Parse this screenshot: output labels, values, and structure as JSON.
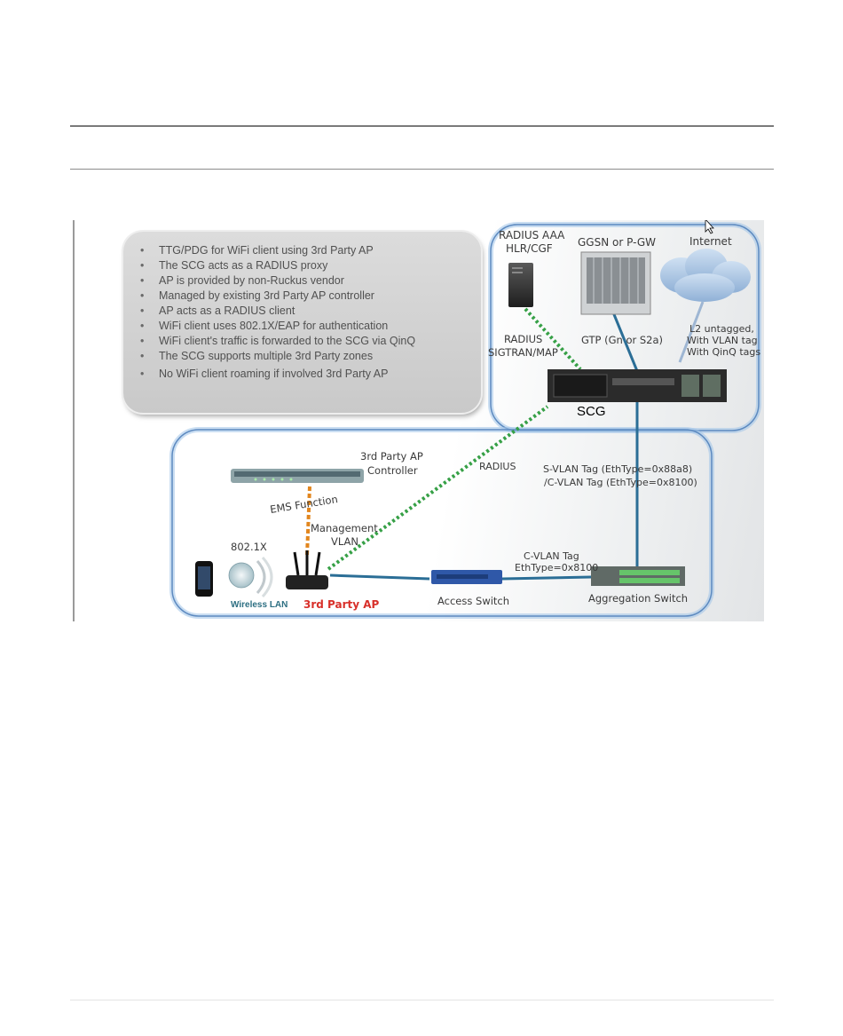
{
  "bullets": [
    "TTG/PDG for WiFi client using 3rd Party AP",
    "The SCG acts as a RADIUS proxy",
    "AP is provided by non-Ruckus vendor",
    "Managed by existing 3rd Party AP controller",
    "AP acts as a RADIUS client",
    "WiFi client uses 802.1X/EAP for authentication",
    "WiFi client's traffic is forwarded to the SCG via QinQ",
    "The SCG supports multiple 3rd Party zones",
    "No WiFi client roaming if involved 3rd Party AP"
  ],
  "nodes": {
    "radius_aaa_line1": "RADIUS AAA",
    "radius_aaa_line2": "HLR/CGF",
    "ggsn": "GGSN or P-GW",
    "internet": "Internet",
    "scg": "SCG",
    "controller_line1": "3rd Party AP",
    "controller_line2": "Controller",
    "ems": "EMS Function",
    "wireless_lan": "Wireless LAN",
    "dot1x": "802.1X",
    "third_party_ap": "3rd Party AP",
    "access_switch": "Access Switch",
    "aggregation_switch": "Aggregation Switch"
  },
  "links": {
    "radius_sigtran_line1": "RADIUS",
    "radius_sigtran_line2": "SIGTRAN/MAP",
    "gtp": "GTP (Gn or S2a)",
    "l2_line1": "L2 untagged,",
    "l2_line2": "With VLAN tag",
    "l2_line3": "With QinQ tags",
    "radius": "RADIUS",
    "svlan": "S-VLAN Tag  (EthType=0x88a8)",
    "cvlan_scg": "/C-VLAN Tag  (EthType=0x8100)",
    "management_line1": "Management",
    "management_line2": "VLAN",
    "cvlan_line1": "C-VLAN Tag",
    "cvlan_line2": "EthType=0x8100"
  },
  "colors": {
    "blue_link": "#2b6e96",
    "green_dotted": "#36a046",
    "orange_dashed": "#e2861e",
    "group_outline": "#5d8ac0",
    "third_party_red": "#d8302a"
  }
}
